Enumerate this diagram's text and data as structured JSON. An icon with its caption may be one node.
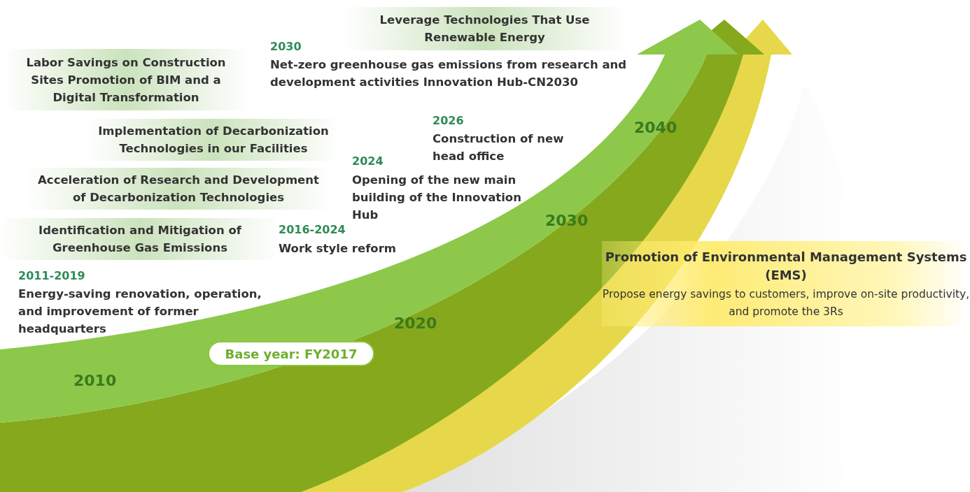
{
  "diagram": {
    "nodes": [
      {
        "text": [
          "Leverage Technologies That Use Renewable Energy"
        ]
      },
      {
        "text": [
          "Labor Savings on Construction Sites Promotion of BIM and a Digital Transformation"
        ]
      },
      {
        "text": [
          "Implementation of Decarbonization Technologies in our Facilities"
        ]
      },
      {
        "text": [
          "Acceleration of Research and Development of Decarbonization Technologies"
        ]
      },
      {
        "text": [
          "Identification and Mitigation of Greenhouse Gas Emissions"
        ]
      },
      {
        "text": [
          "Base year: FY2017"
        ]
      },
      {
        "text": [
          "Promotion of Environmental Management Systems (EMS)",
          "Propose energy savings to customers, improve on-site productivity, and promote the 3Rs"
        ]
      }
    ],
    "labels": [
      "2030",
      "Net-zero greenhouse gas emissions from research and development activities Innovation Hub-CN2030",
      "2026",
      "Construction of new head office",
      "2040",
      "2024",
      "Opening of the new main building of the Innovation Hub",
      "2016-2024",
      "Work style reform",
      "2030",
      "2011-2019",
      "Energy-saving renovation, operation, and improvement of former headquarters",
      "2020",
      "2010"
    ]
  }
}
